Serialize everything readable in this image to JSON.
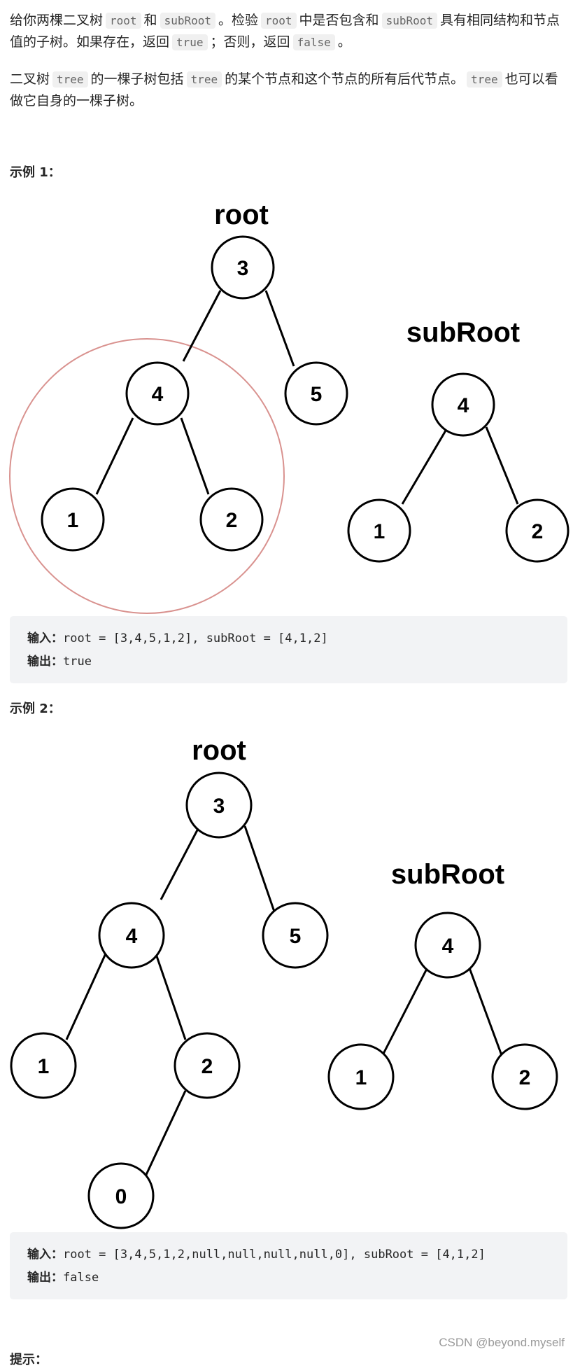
{
  "intro": {
    "p1": [
      {
        "t": "给你两棵二叉树"
      },
      {
        "c": "root"
      },
      {
        "t": "和"
      },
      {
        "c": "subRoot"
      },
      {
        "t": "。检验"
      },
      {
        "c": "root"
      },
      {
        "t": "中是否包含和"
      },
      {
        "c": "subRoot"
      },
      {
        "t": "具有相同结构和节点值的子树。如果存在，返回"
      },
      {
        "c": "true"
      },
      {
        "t": "；否则，返回"
      },
      {
        "c": "false"
      },
      {
        "t": "。"
      }
    ],
    "p2": [
      {
        "t": "二叉树"
      },
      {
        "c": "tree"
      },
      {
        "t": "的一棵子树包括"
      },
      {
        "c": "tree"
      },
      {
        "t": "的某个节点和这个节点的所有后代节点。"
      },
      {
        "c": "tree"
      },
      {
        "t": "也可以看做它自身的一棵子树。"
      }
    ]
  },
  "example1": {
    "heading": "示例 1：",
    "root_title": "root",
    "sub_title": "subRoot",
    "root_nodes": [
      "3",
      "4",
      "5",
      "1",
      "2"
    ],
    "sub_nodes": [
      "4",
      "1",
      "2"
    ],
    "input_label": "输入：",
    "input_value": "root = [3,4,5,1,2], subRoot = [4,1,2]",
    "output_label": "输出：",
    "output_value": "true"
  },
  "example2": {
    "heading": "示例 2：",
    "root_title": "root",
    "sub_title": "subRoot",
    "root_nodes": [
      "3",
      "4",
      "5",
      "1",
      "2",
      "0"
    ],
    "sub_nodes": [
      "4",
      "1",
      "2"
    ],
    "input_label": "输入：",
    "input_value": "root = [3,4,5,1,2,null,null,null,null,0], subRoot = [4,1,2]",
    "output_label": "输出：",
    "output_value": "false"
  },
  "next_heading": "提示：",
  "watermark": "CSDN @beyond.myself",
  "colors": {
    "highlight_circle": "#d9928f",
    "code_bg": "#f2f3f5"
  }
}
